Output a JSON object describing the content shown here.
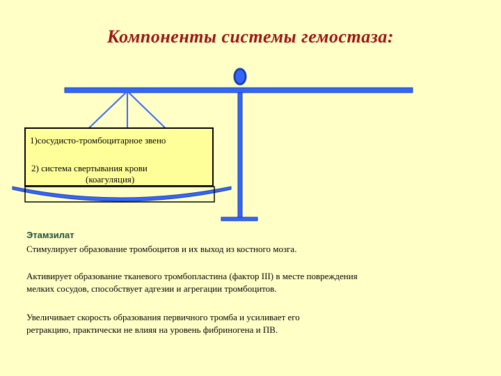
{
  "title": "Компоненты системы гемостаза:",
  "panel": {
    "item1": "1)сосудисто-тромбоцитарное  звено",
    "item2_line1": "2) система свертывания крови",
    "item2_line2": "(коагуляция)"
  },
  "drug": {
    "name": "Этамзилат",
    "p1": [
      "Стимулирует образование тромбоцитов и их выход из костного мозга."
    ],
    "p2": [
      "Активирует образование тканевого тромбопластина (фактор III) в месте повреждения",
      "мелких сосудов, способствует адгезии и агрегации тромбоцитов."
    ],
    "p3": [
      "Увеличивает скорость образования первичного тромба и усиливает его",
      "ретракцию, практически не влияя на уровень фибриногена и ПВ."
    ]
  },
  "colors": {
    "background": "#FFFFC6",
    "title": "#9B1414",
    "scale": "#3366FF",
    "panel": "#FFFF99"
  }
}
